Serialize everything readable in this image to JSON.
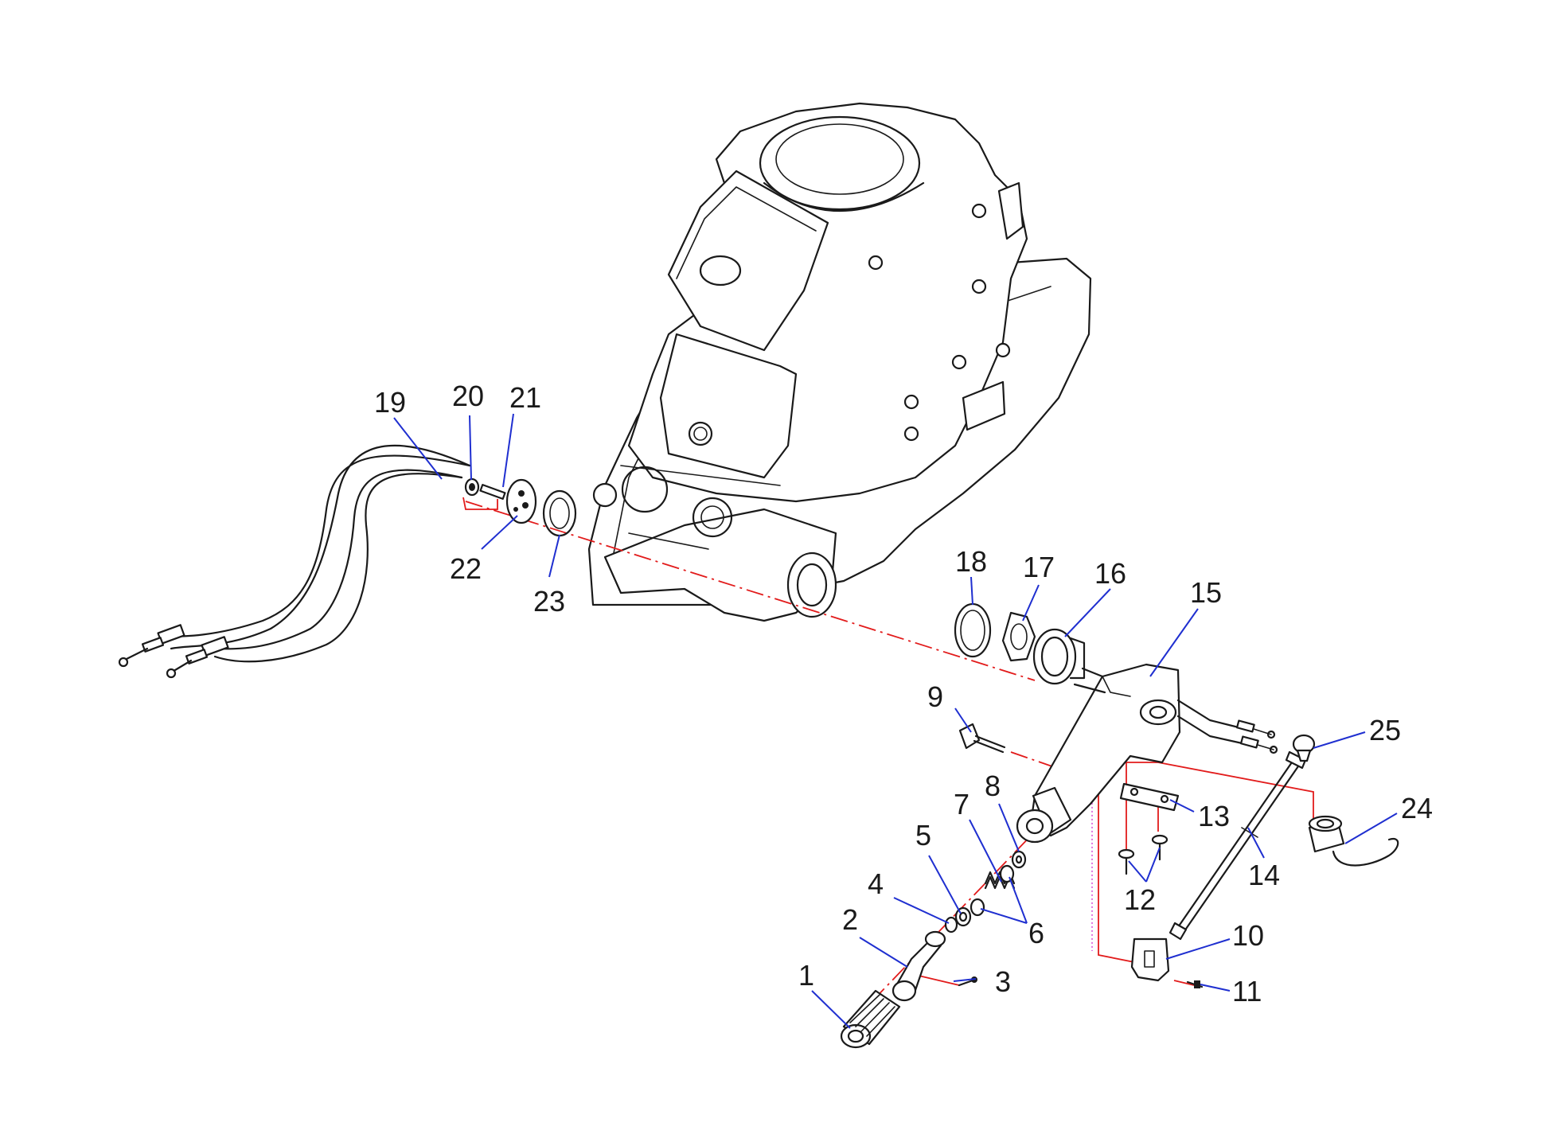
{
  "callouts": [
    {
      "id": "p1",
      "label": "1"
    },
    {
      "id": "p2",
      "label": "2"
    },
    {
      "id": "p3",
      "label": "3"
    },
    {
      "id": "p4",
      "label": "4"
    },
    {
      "id": "p5",
      "label": "5"
    },
    {
      "id": "p6",
      "label": "6"
    },
    {
      "id": "p7",
      "label": "7"
    },
    {
      "id": "p8",
      "label": "8"
    },
    {
      "id": "p9",
      "label": "9"
    },
    {
      "id": "p10",
      "label": "10"
    },
    {
      "id": "p11",
      "label": "11"
    },
    {
      "id": "p12",
      "label": "12"
    },
    {
      "id": "p13",
      "label": "13"
    },
    {
      "id": "p14",
      "label": "14"
    },
    {
      "id": "p15",
      "label": "15"
    },
    {
      "id": "p16",
      "label": "16"
    },
    {
      "id": "p17",
      "label": "17"
    },
    {
      "id": "p18",
      "label": "18"
    },
    {
      "id": "p19",
      "label": "19"
    },
    {
      "id": "p20",
      "label": "20"
    },
    {
      "id": "p21",
      "label": "21"
    },
    {
      "id": "p22",
      "label": "22"
    },
    {
      "id": "p23",
      "label": "23"
    },
    {
      "id": "p24",
      "label": "24"
    },
    {
      "id": "p25",
      "label": "25"
    }
  ],
  "colors": {
    "outline": "#1a1a1a",
    "assembly_axis": "#e21b1b",
    "leader_line": "#1f2fd0",
    "guide_dotted": "#d43bd4"
  }
}
